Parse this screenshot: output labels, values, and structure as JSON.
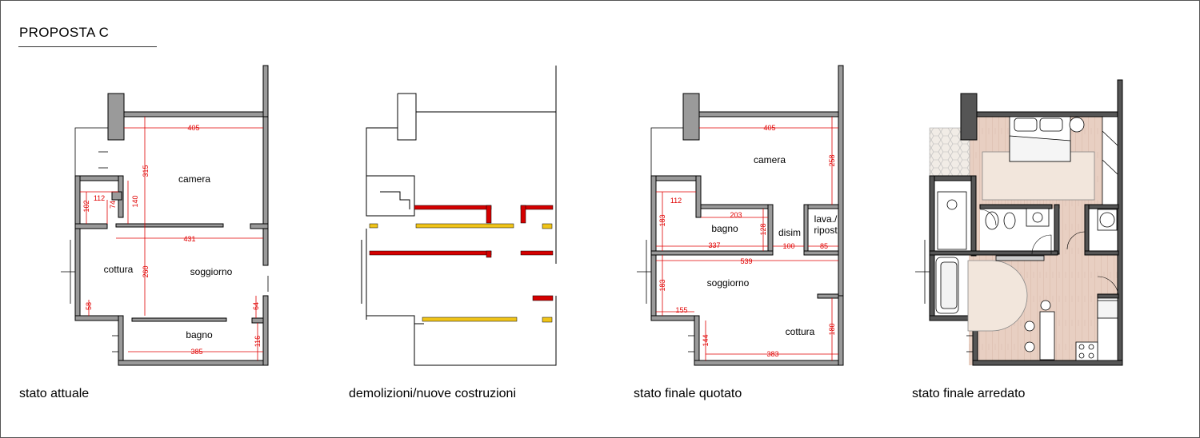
{
  "title": "PROPOSTA C",
  "captions": {
    "p1": "stato attuale",
    "p2": "demolizioni/nuove costruzioni",
    "p3": "stato finale quotato",
    "p4": "stato finale arredato"
  },
  "plan1": {
    "rooms": {
      "camera": "camera",
      "cottura": "cottura",
      "soggiorno": "soggiorno",
      "bagno": "bagno"
    },
    "dims": {
      "d405": "405",
      "d315": "315",
      "d112": "112",
      "d140": "140",
      "d102": "102",
      "d74": "74",
      "d431": "431",
      "d260": "260",
      "d58": "58",
      "d64": "64",
      "d385": "385",
      "d116": "116"
    }
  },
  "plan3": {
    "rooms": {
      "camera": "camera",
      "bagno": "bagno",
      "disim": "disim",
      "lava": "lava./",
      "ripost": "ripost",
      "soggiorno": "soggiorno",
      "cottura": "cottura"
    },
    "dims": {
      "d405": "405",
      "d258": "258",
      "d112": "112",
      "d183a": "183",
      "d203": "203",
      "d128": "128",
      "d337": "337",
      "d100": "100",
      "d85": "85",
      "d539": "539",
      "d183b": "183",
      "d155": "155",
      "d144": "144",
      "d180": "180",
      "d383": "383"
    }
  },
  "colors": {
    "wall_fill": "#9a9a9a",
    "dimension": "#e00000",
    "demolition": "#d40000",
    "construction": "#f0c419",
    "wood": "#e8cfc2"
  }
}
